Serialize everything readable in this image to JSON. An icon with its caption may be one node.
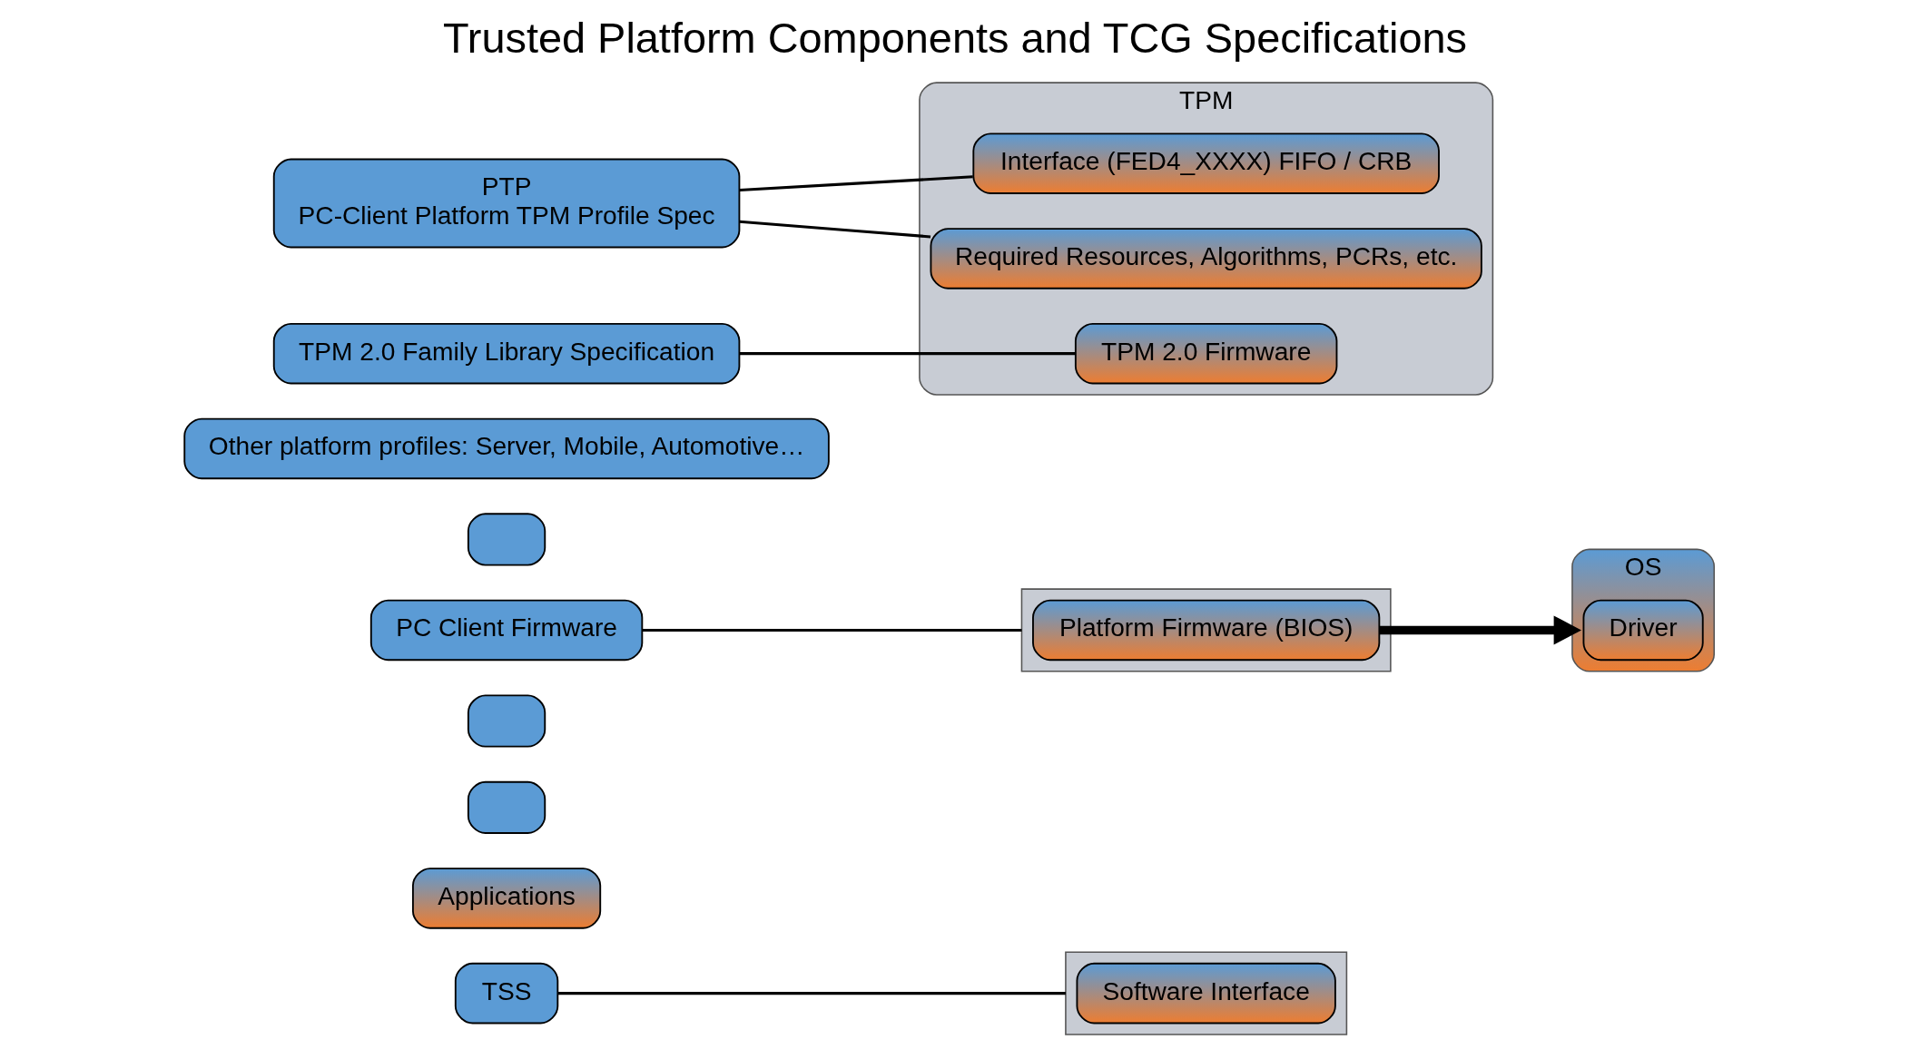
{
  "diagram": {
    "title": "Trusted Platform Components and TCG Specifications",
    "nodes": [
      {
        "text": [
          "TSS"
        ]
      },
      {
        "text": [
          "Applications"
        ]
      },
      {
        "text": [],
        "shape": "box"
      },
      {
        "text": [
          "Software Interface"
        ],
        "in": 2
      },
      {
        "text": [],
        "shape": "box"
      },
      {
        "text": [],
        "shape": "box"
      },
      {
        "text": [
          "PC Client Firmware"
        ]
      },
      {
        "text": [],
        "shape": "box"
      },
      {
        "text": [
          "Platform Firmware (BIOS)"
        ],
        "in": 7
      },
      {
        "text": [
          "OS"
        ]
      },
      {
        "text": [
          "Driver"
        ],
        "in": 9
      },
      {
        "text": [],
        "shape": "box"
      },
      {
        "text": [
          "Other platform profiles: Server, Mobile, Automotive…"
        ]
      },
      {
        "text": [
          "PTP",
          "PC-Client Platform TPM Profile Spec"
        ]
      },
      {
        "text": [
          "TPM 2.0 Family Library Specification"
        ]
      },
      {
        "text": [
          "TPM"
        ]
      },
      {
        "text": [
          "Interface (FED4_XXXX) FIFO / CRB"
        ],
        "in": 15
      },
      {
        "text": [
          "Required Resources, Algorithms, PCRs, etc."
        ],
        "in": 15
      },
      {
        "text": [
          "TPM 2.0 Firmware"
        ],
        "in": 15
      }
    ],
    "edges": [
      {
        "from": 0,
        "to": 2,
        "arrow": "none"
      },
      {
        "from": 6,
        "to": 7,
        "arrow": "none"
      },
      {
        "from": 8,
        "to": 9,
        "arrow": "to",
        "style": "thick"
      },
      {
        "from": 13,
        "to": 16,
        "arrow": "none"
      },
      {
        "from": 13,
        "to": 17,
        "arrow": "none"
      },
      {
        "from": 14,
        "to": 18,
        "arrow": "none"
      }
    ]
  }
}
